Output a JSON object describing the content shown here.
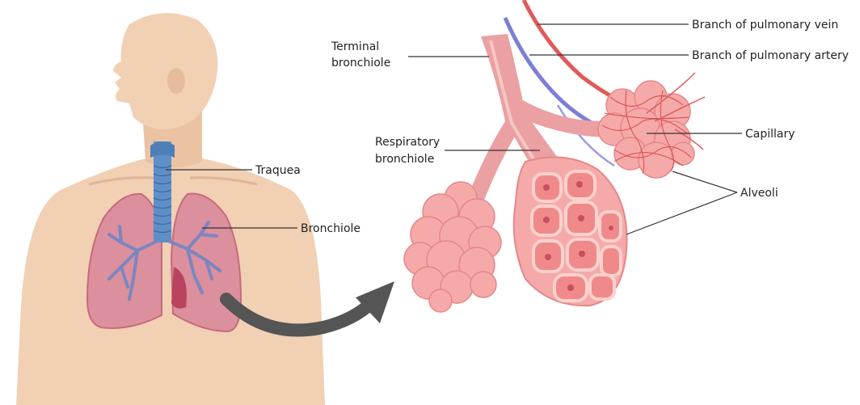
{
  "labels": {
    "traquea": "Traquea",
    "bronchiole": "Bronchiole",
    "terminal_bronchiole_line1": "Terminal",
    "terminal_bronchiole_line2": "bronchiole",
    "respiratory_bronchiole_line1": "Respiratory",
    "respiratory_bronchiole_line2": "bronchiole",
    "pulmonary_vein": "Branch of pulmonary vein",
    "pulmonary_artery": "Branch of pulmonary artery",
    "capillary": "Capillary",
    "alveoli": "Alveoli"
  },
  "colors": {
    "skin": "#f1d0b4",
    "skin_shadow": "#e6bd9c",
    "lung": "#dc8f9d",
    "lung_dark": "#c66b7c",
    "trachea": "#5f8fc8",
    "bronchi": "#7a86c0",
    "airway": "#eba0a3",
    "airway_light": "#f6c7c4",
    "alveolus": "#f6a9a9",
    "alveolus_light": "#fbd1cc",
    "vein": "#e05a5a",
    "artery": "#7d7fd6",
    "arrow": "#555555",
    "leader": "#333333"
  },
  "icons": {
    "arrow": "curved-arrow-icon"
  }
}
